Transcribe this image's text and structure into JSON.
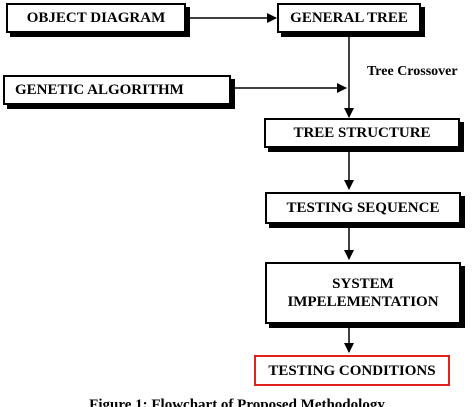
{
  "diagram": {
    "nodes": {
      "object_diagram": "OBJECT DIAGRAM",
      "general_tree": "GENERAL TREE",
      "genetic_algorithm": "GENETIC ALGORITHM",
      "tree_structure": "TREE STRUCTURE",
      "testing_sequence": "TESTING SEQUENCE",
      "system_implementation_line1": "SYSTEM",
      "system_implementation_line2": "IMPELEMENTATION",
      "testing_conditions": "TESTING CONDITIONS"
    },
    "edge_labels": {
      "tree_crossover": "Tree Crossover"
    },
    "caption": "Figure 1: Flowchart of Proposed Methodology",
    "colors": {
      "stroke": "#000000",
      "highlight_border": "#e0201b"
    }
  }
}
